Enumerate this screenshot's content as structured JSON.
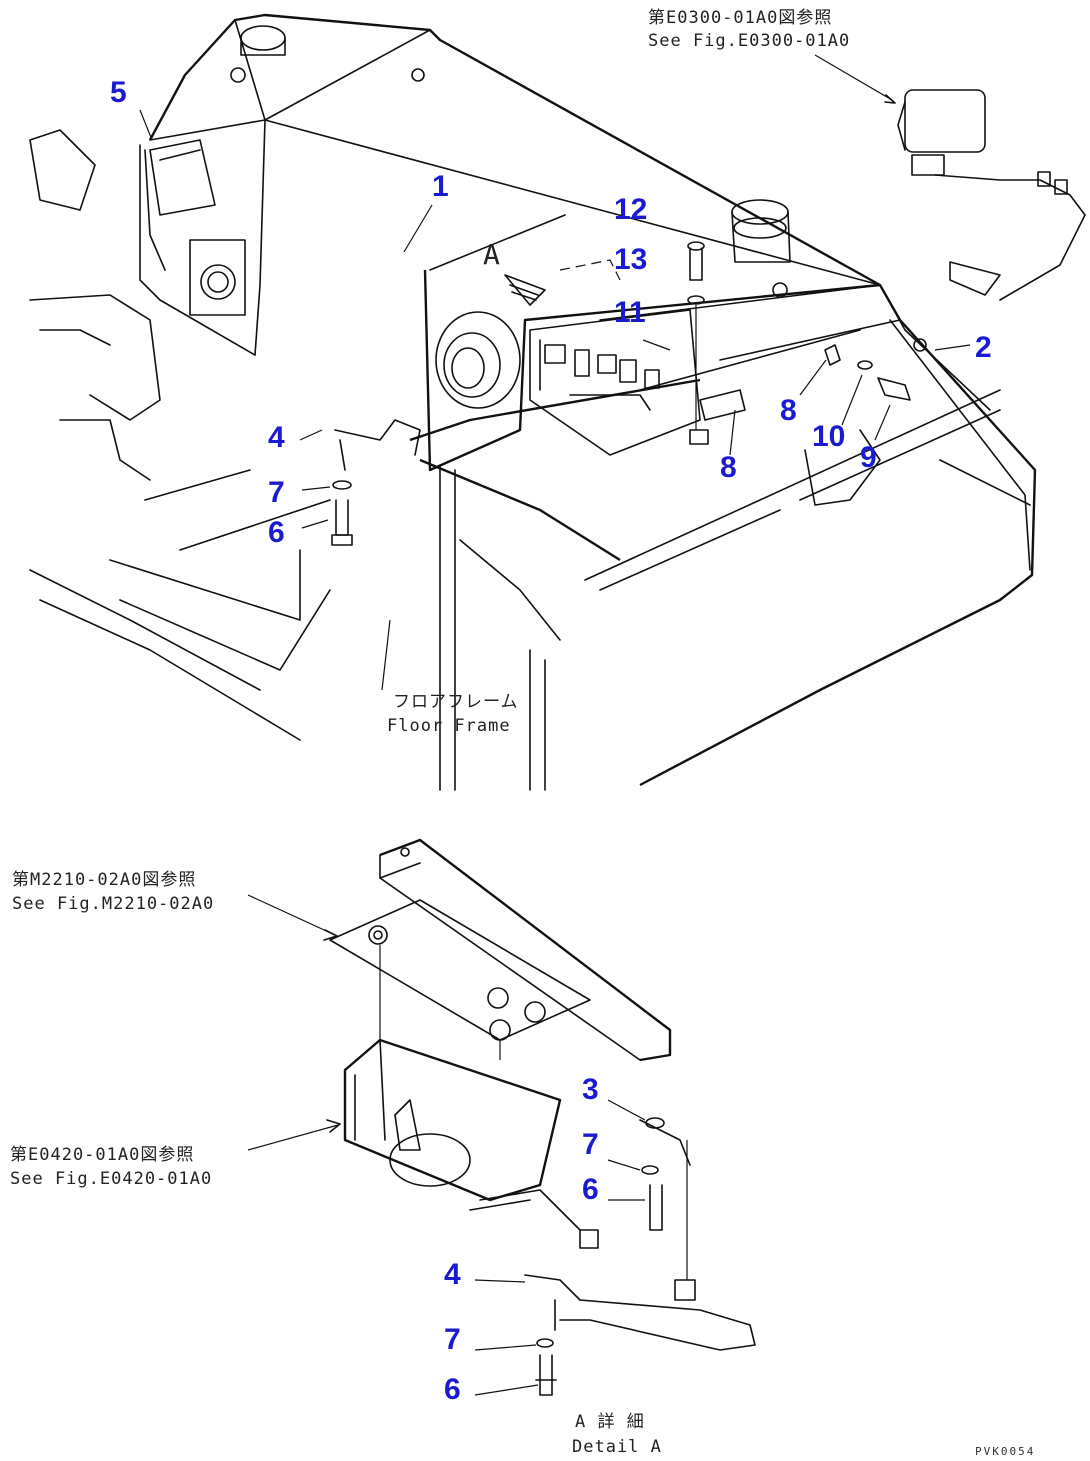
{
  "callouts": {
    "c1": "1",
    "c2": "2",
    "c3": "3",
    "c4a": "4",
    "c4b": "4",
    "c5": "5",
    "c6a": "6",
    "c6b": "6",
    "c6c": "6",
    "c7a": "7",
    "c7b": "7",
    "c7c": "7",
    "c8a": "8",
    "c8b": "8",
    "c9": "9",
    "c10": "10",
    "c11": "11",
    "c12": "12",
    "c13": "13"
  },
  "view_marker": "A",
  "notes": {
    "ref_top_jp": "第E0300-01A0図参照",
    "ref_top_en": "See Fig.E0300-01A0",
    "floor_frame_jp": "フロアフレーム",
    "floor_frame_en": "Floor Frame",
    "ref_mid_jp": "第M2210-02A0図参照",
    "ref_mid_en": "See Fig.M2210-02A0",
    "ref_low_jp": "第E0420-01A0図参照",
    "ref_low_en": "See Fig.E0420-01A0",
    "detail_jp": "A 詳 細",
    "detail_en": "Detail A",
    "code": "PVK0054"
  }
}
